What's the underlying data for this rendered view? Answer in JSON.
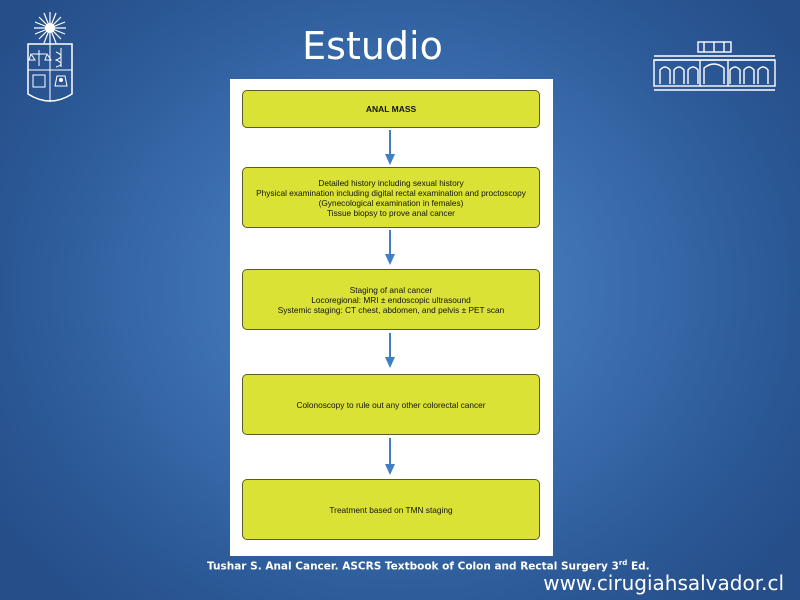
{
  "slide": {
    "title": "Estudio",
    "citation_main": "Tushar S. Anal Cancer. ASCRS Textbook of Colon and Rectal Surgery 3",
    "citation_sup": "rd",
    "citation_end": " Ed.",
    "website": "www.cirugiahsalvador.cl"
  },
  "flowchart": {
    "boxes": [
      {
        "lines": [
          "ANAL MASS"
        ]
      },
      {
        "lines": [
          "Detailed history including sexual history",
          "Physical examination including digital rectal examination and proctoscopy",
          "(Gynecological examination in females)",
          "Tissue biopsy to prove anal cancer"
        ]
      },
      {
        "lines": [
          "Staging of anal cancer",
          "Locoregional: MRI ± endoscopic ultrasound",
          "Systemic staging: CT chest, abdomen, and pelvis ± PET scan"
        ]
      },
      {
        "lines": [
          "Colonoscopy to rule out any other colorectal cancer"
        ]
      },
      {
        "lines": [
          "Treatment based on TMN staging"
        ]
      }
    ]
  },
  "colors": {
    "box_fill": "#dbe236",
    "arrow": "#3f7fc6",
    "background": "#3b6eae"
  },
  "icons": {
    "left_logo": "university-crest-icon",
    "right_logo": "hospital-building-icon"
  }
}
